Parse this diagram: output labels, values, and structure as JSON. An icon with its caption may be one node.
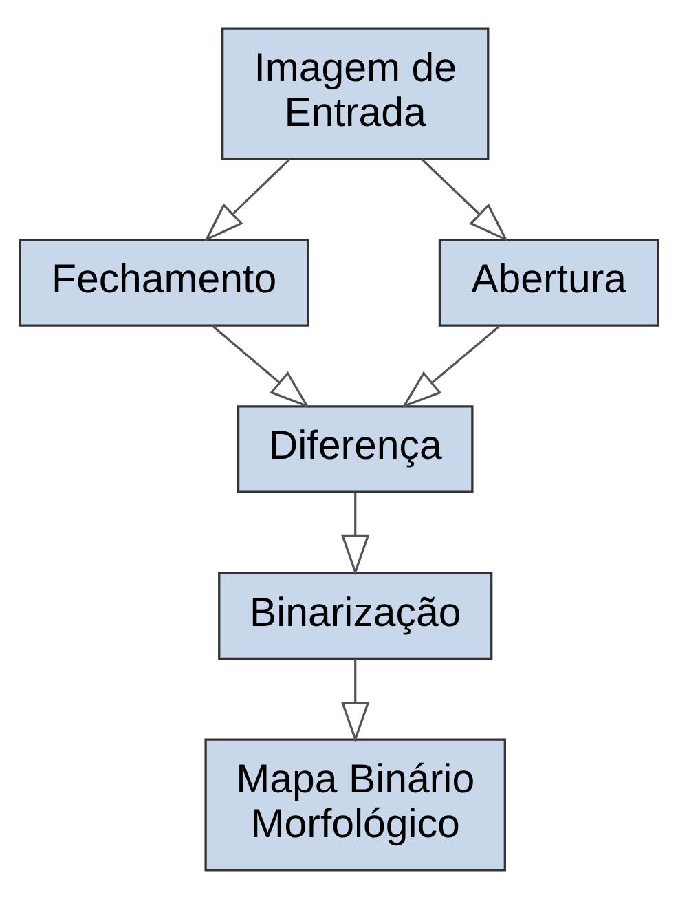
{
  "diagram": {
    "nodes": [
      {
        "text": [
          "Imagem de Entrada"
        ]
      },
      {
        "text": [
          "Fechamento"
        ]
      },
      {
        "text": [
          "Abertura"
        ]
      },
      {
        "text": [
          "Diferença"
        ]
      },
      {
        "text": [
          "Binarização"
        ]
      },
      {
        "text": [
          "Mapa Binário Morfológico"
        ]
      }
    ],
    "edges": [
      {
        "from": 0,
        "to": 1,
        "arrow": "to"
      },
      {
        "from": 0,
        "to": 2,
        "arrow": "to"
      },
      {
        "from": 1,
        "to": 3,
        "arrow": "to"
      },
      {
        "from": 2,
        "to": 3,
        "arrow": "to"
      },
      {
        "from": 3,
        "to": 4,
        "arrow": "to"
      },
      {
        "from": 4,
        "to": 5,
        "arrow": "to"
      }
    ]
  }
}
